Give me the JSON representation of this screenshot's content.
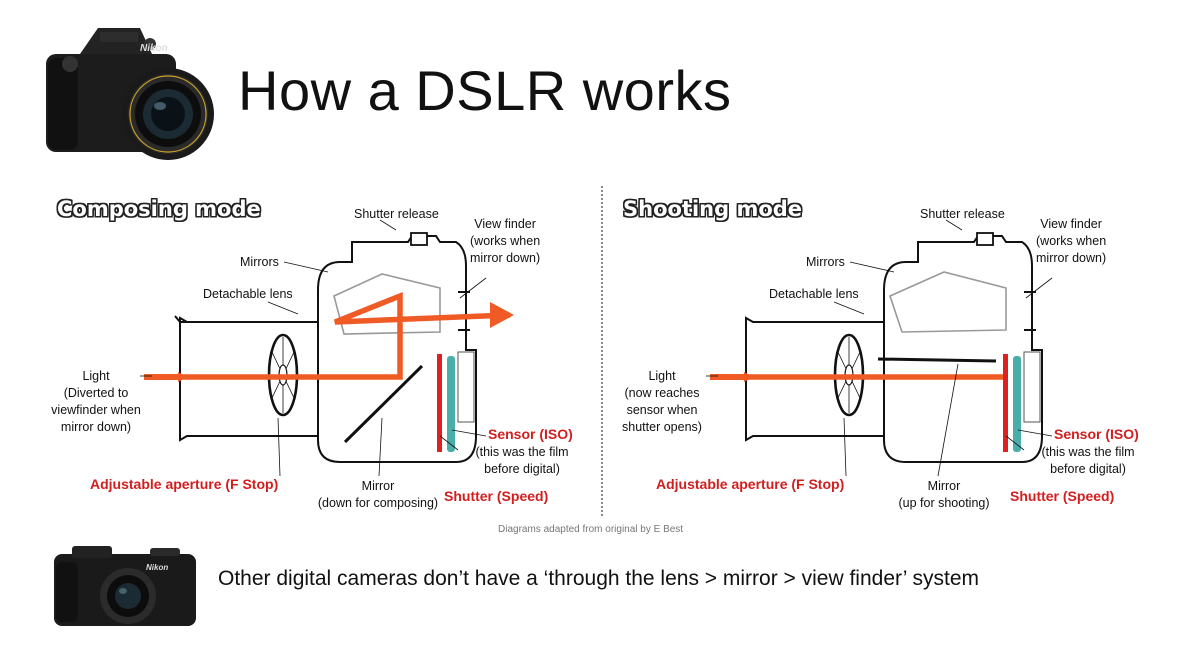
{
  "title": "How a DSLR works",
  "photo_top": {
    "icon": "dslr-camera-photo",
    "brand": "Nikon"
  },
  "photo_bottom": {
    "icon": "compact-camera-photo",
    "brand": "Nikon"
  },
  "composing": {
    "heading": "Composing mode",
    "shutter_release": "Shutter release",
    "view_finder": [
      "View finder",
      "(works when",
      "mirror down)"
    ],
    "mirrors": "Mirrors",
    "detachable_lens": "Detachable lens",
    "light": [
      "Light",
      "(Diverted to",
      "viewfinder when",
      "mirror down)"
    ],
    "sensor": "Sensor (ISO)",
    "sensor_note": [
      "(this was the film",
      "before digital)"
    ],
    "aperture": "Adjustable aperture (F Stop)",
    "mirror": [
      "Mirror",
      "(down for composing)"
    ],
    "shutter": "Shutter (Speed)"
  },
  "shooting": {
    "heading": "Shooting mode",
    "shutter_release": "Shutter release",
    "view_finder": [
      "View finder",
      "(works when",
      "mirror down)"
    ],
    "mirrors": "Mirrors",
    "detachable_lens": "Detachable lens",
    "light": [
      "Light",
      "(now reaches",
      "sensor when",
      "shutter opens)"
    ],
    "sensor": "Sensor (ISO)",
    "sensor_note": [
      "(this was the film",
      "before digital)"
    ],
    "aperture": "Adjustable aperture (F Stop)",
    "mirror": [
      "Mirror",
      "(up for shooting)"
    ],
    "shutter": "Shutter (Speed)"
  },
  "credit": "Diagrams adapted from original by E Best",
  "bottom_text": "Other digital cameras don’t have a ‘through the lens > mirror > view finder’ system",
  "colors": {
    "light_path": "#f05a24",
    "label_red": "#d21e1e",
    "shutter": "#e0201e",
    "sensor": "#4aaea8",
    "outline": "#111111",
    "prism": "#999999"
  }
}
